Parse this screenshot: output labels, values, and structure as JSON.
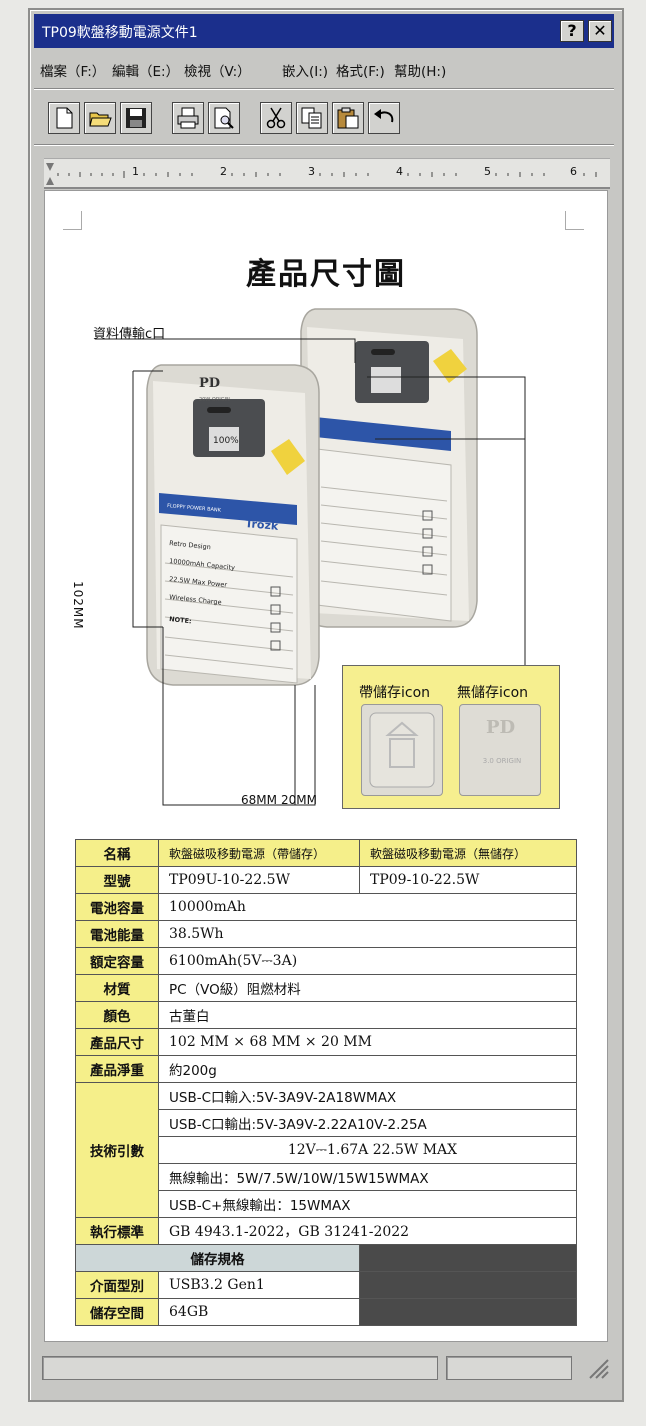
{
  "window": {
    "title": "TP09軟盤移動電源文件1",
    "help_button": "?",
    "close_button": "✕"
  },
  "menubar": [
    {
      "label": "檔案（F:）"
    },
    {
      "label": "編輯（E:）"
    },
    {
      "label": "檢視（V:）"
    },
    {
      "label": "嵌入(I:)"
    },
    {
      "label": "格式(F:)"
    },
    {
      "label": "幫助(H:)"
    }
  ],
  "toolbar": [
    {
      "icon": "new-file-icon"
    },
    {
      "icon": "open-folder-icon"
    },
    {
      "icon": "save-icon"
    },
    {
      "icon": "print-icon"
    },
    {
      "icon": "print-preview-icon"
    },
    {
      "icon": "cut-icon"
    },
    {
      "icon": "copy-icon"
    },
    {
      "icon": "paste-icon"
    },
    {
      "icon": "undo-icon"
    }
  ],
  "ruler": {
    "numbers": [
      "1",
      "2",
      "3",
      "4",
      "5",
      "6"
    ]
  },
  "doc": {
    "title": "產品尺寸圖",
    "data_port_label": "資料傳輸c口",
    "height_label": "102MM",
    "width_label": "68MM",
    "depth_label": "20MM",
    "device_texts": {
      "pd": "PD",
      "origin": "20W ORIGIN",
      "screen": "100%",
      "banner": "FLOPPY POWER BANK",
      "brand": "Trozk",
      "line1": "Retro Design",
      "line2": "10000mAh Capacity",
      "line3": "22.5W Max Power",
      "line4": "Wireless Charge",
      "note": "NOTE:"
    },
    "highlight": {
      "with_storage": "帶儲存icon",
      "without_storage": "無儲存icon",
      "usb_label": "3.0 ORIGIN",
      "mini_pd": "PD",
      "mini_usb": "3.0 ORIGIN"
    }
  },
  "spec": {
    "header": {
      "key": "名稱",
      "col1": "軟盤磁吸移動電源（帶儲存）",
      "col2": "軟盤磁吸移動電源（無儲存）"
    },
    "model": {
      "key": "型號",
      "col1": "TP09U-10-22.5W",
      "col2": "TP09-10-22.5W"
    },
    "rows": [
      {
        "key": "電池容量",
        "value": "10000mAh"
      },
      {
        "key": "電池能量",
        "value": "38.5Wh"
      },
      {
        "key": "額定容量",
        "value": "6100mAh(5V⎓3A)"
      },
      {
        "key": "材質",
        "value": "PC（VO級）阻燃材料"
      },
      {
        "key": "顏色",
        "value": "古董白"
      },
      {
        "key": "產品尺寸",
        "value": "102 MM × 68 MM × 20 MM"
      },
      {
        "key": "產品淨重",
        "value": "約200g"
      }
    ],
    "tech": {
      "key": "技術引數",
      "lines": [
        "USB-C口輸入:5V-3A9V-2A18WMAX",
        "USB-C口輸出:5V-3A9V-2.22A10V-2.25A",
        "12V⎓1.67A  22.5W  MAX",
        "無線輸出：5W/7.5W/10W/15W15WMAX",
        "USB-C+無線輸出：15WMAX"
      ]
    },
    "standard": {
      "key": "執行標準",
      "value": "GB 4943.1-2022，GB 31241-2022"
    },
    "storage_header": "儲存規格",
    "storage_rows": [
      {
        "key": "介面型別",
        "value": "USB3.2 Gen1"
      },
      {
        "key": "儲存空間",
        "value": "64GB"
      }
    ]
  },
  "colors": {
    "titlebar": "#1b2f8c",
    "yellow": "#f5ef8a",
    "dark_cell": "#4a4a4a"
  }
}
